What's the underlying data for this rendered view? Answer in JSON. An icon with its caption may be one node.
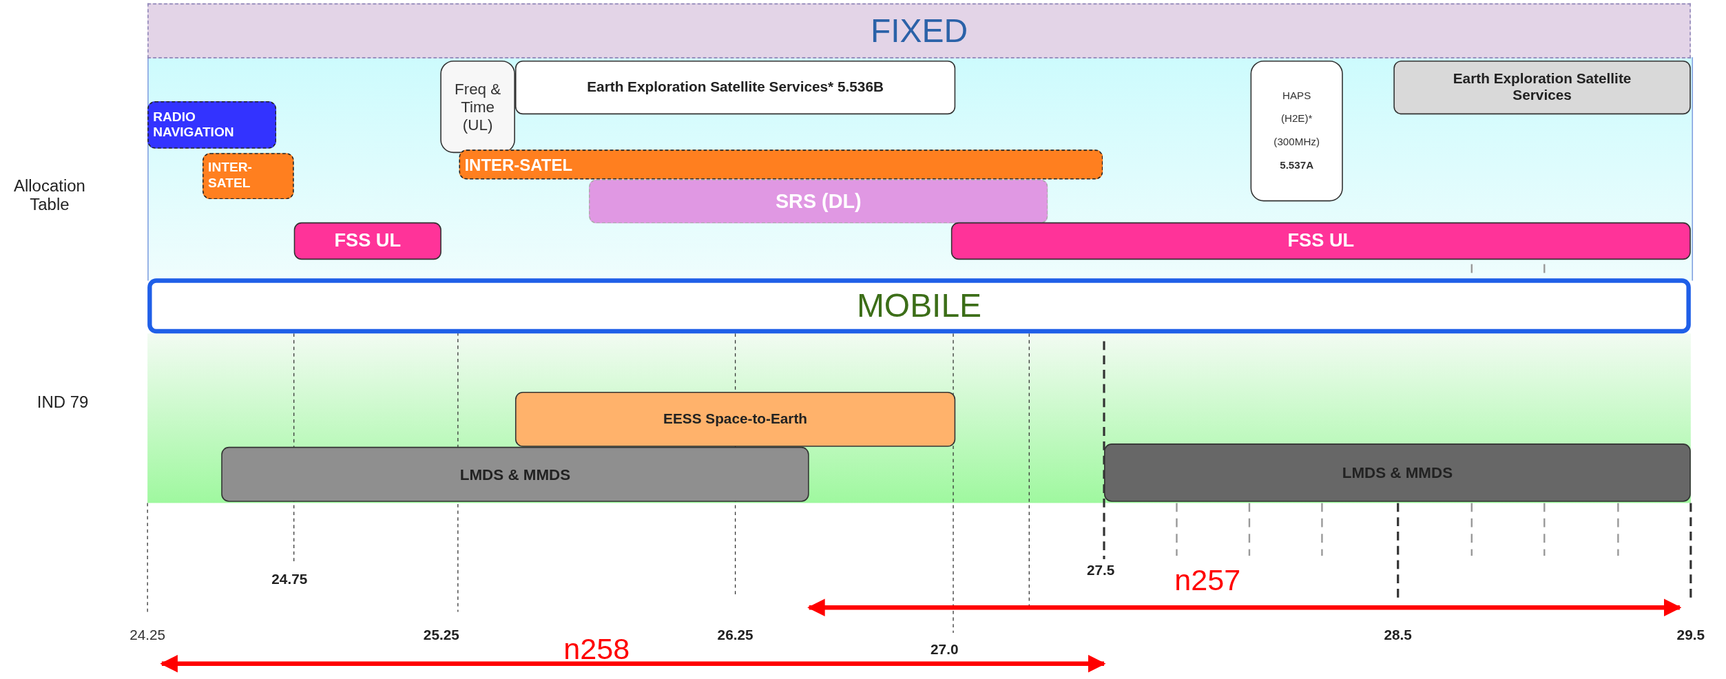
{
  "diagram": {
    "nodes": [
      {
        "text": [
          "FIXED"
        ]
      },
      {
        "text": [
          "RADIO NAVIGATION"
        ]
      },
      {
        "text": [
          "Freq & Time (UL)"
        ]
      },
      {
        "text": [
          "Earth Exploration Satellite Services* 5.536B"
        ]
      },
      {
        "text": [
          "HAPS (H2E)* (300MHz) **5.537A**"
        ]
      },
      {
        "text": [
          "Earth Exploration Satellite Services"
        ]
      },
      {
        "text": [
          "INTER-SATEL"
        ]
      },
      {
        "text": [
          "INTER-SATEL"
        ]
      },
      {
        "text": [
          "SRS (DL)"
        ]
      },
      {
        "text": [
          "FSS UL"
        ]
      },
      {
        "text": [
          "FSS UL"
        ]
      },
      {
        "text": [
          "MOBILE"
        ]
      },
      {
        "text": [
          "EESS Space-to-Earth"
        ]
      },
      {
        "text": [
          "LMDS & MMDS"
        ]
      },
      {
        "text": [
          "LMDS & MMDS"
        ]
      }
    ],
    "labels": [
      "Allocation Table",
      "IND 79",
      "24.75",
      "27.5",
      "n257",
      "24.25",
      "25.25",
      "26.25",
      "28.5",
      "29.5",
      "27.0",
      "n258"
    ]
  }
}
